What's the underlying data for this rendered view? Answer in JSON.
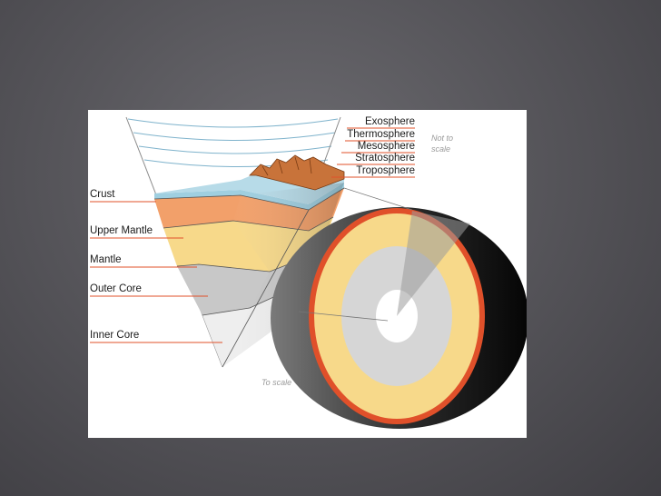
{
  "slide": {
    "background_color": "#5a595e"
  },
  "diagram": {
    "layer_labels": [
      "Crust",
      "Upper Mantle",
      "Mantle",
      "Outer Core",
      "Inner Core"
    ],
    "atmosphere_labels": [
      "Exosphere",
      "Thermosphere",
      "Mesosphere",
      "Stratosphere",
      "Troposphere"
    ],
    "note_not_to_scale_line1": "Not to",
    "note_not_to_scale_line2": "scale",
    "note_to_scale": "To scale",
    "colors": {
      "leader_line": "#e0502a",
      "crust": "#9fcfe0",
      "upper_mantle": "#f2a06a",
      "mantle": "#f7d98a",
      "outer_core": "#c8c8c8",
      "inner_core": "#eeeeee",
      "mountains": "#c8733a",
      "atmosphere_arcs": "#7fb3cc",
      "sphere_shell": "#1e1e1e"
    }
  }
}
